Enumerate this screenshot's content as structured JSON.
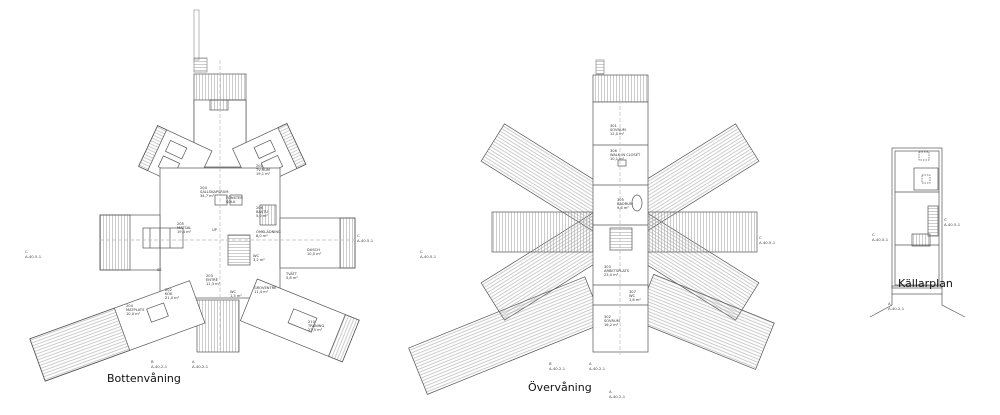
{
  "plans": [
    {
      "id": "bottenvaning",
      "title": "Bottenvåning",
      "rooms": [
        {
          "no": "204",
          "name": "SÄLLSKAPSRUM",
          "area": "34,7 m²"
        },
        {
          "no": "201",
          "name": "TV-RUM",
          "area": "19,1 m²"
        },
        {
          "no": "206",
          "name": "BASTU",
          "area": "5,0 m²"
        },
        {
          "no": "205",
          "name": "MATSAL",
          "area": "19,4 m²"
        },
        {
          "no": "",
          "name": "OMKLÄDNING",
          "area": "8,0 m²"
        },
        {
          "no": "",
          "name": "DUSCH",
          "area": "10,0 m²"
        },
        {
          "no": "",
          "name": "WC",
          "area": "3,2 m²"
        },
        {
          "no": "202",
          "name": "KÖK",
          "area": "21,0 m²"
        },
        {
          "no": "203",
          "name": "ENTRÉ",
          "area": "11,3 m²"
        },
        {
          "no": "",
          "name": "WC",
          "area": "1,3 m²"
        },
        {
          "no": "",
          "name": "GROVENTRÉ",
          "area": "11,4 m²"
        },
        {
          "no": "",
          "name": "TVÄTT",
          "area": "5,8 m²"
        },
        {
          "no": "204",
          "name": "MATPLATS",
          "area": "10,0 m²"
        },
        {
          "no": "210",
          "name": "TRÄNING",
          "area": "23,5 m²"
        }
      ],
      "notes": [
        "FÖNSTER",
        "SOLK",
        "UP",
        "SK",
        "K",
        "F"
      ],
      "section_marks": [
        {
          "letter": "C",
          "ref": "A-40.5-1"
        },
        {
          "letter": "C",
          "ref": "A-40.5-1"
        },
        {
          "letter": "B",
          "ref": "A-40.2-1"
        },
        {
          "letter": "A",
          "ref": "A-40.2-1"
        }
      ]
    },
    {
      "id": "overvaning",
      "title": "Övervåning",
      "rooms": [
        {
          "no": "301",
          "name": "SOVRUM",
          "area": "12,0 m²"
        },
        {
          "no": "306",
          "name": "WALK IN CLOSET",
          "area": "10,1 m²"
        },
        {
          "no": "305",
          "name": "BADRUM",
          "area": "9,6 m²"
        },
        {
          "no": "303",
          "name": "ARBETSPLATS",
          "area": "23,0 m²"
        },
        {
          "no": "307",
          "name": "WC",
          "area": "1,8 m²"
        },
        {
          "no": "302",
          "name": "SOVRUM",
          "area": "16,2 m²"
        }
      ],
      "section_marks": [
        {
          "letter": "C",
          "ref": "A-40.5-1"
        },
        {
          "letter": "C",
          "ref": "A-40.5-1"
        },
        {
          "letter": "B",
          "ref": "A-40.2-1"
        },
        {
          "letter": "A",
          "ref": "A-40.2-1"
        },
        {
          "letter": "A",
          "ref": "A-40.2-1"
        }
      ]
    },
    {
      "id": "kallarplan",
      "title": "Källarplan",
      "section_marks": [
        {
          "letter": "C",
          "ref": "A-40.5-1"
        },
        {
          "letter": "C",
          "ref": "A-40.5-1"
        },
        {
          "letter": "A",
          "ref": "A-40.2-1"
        }
      ]
    }
  ],
  "colors": {
    "line": "#555555",
    "hatch": "#9a9a9a",
    "background": "#ffffff"
  }
}
